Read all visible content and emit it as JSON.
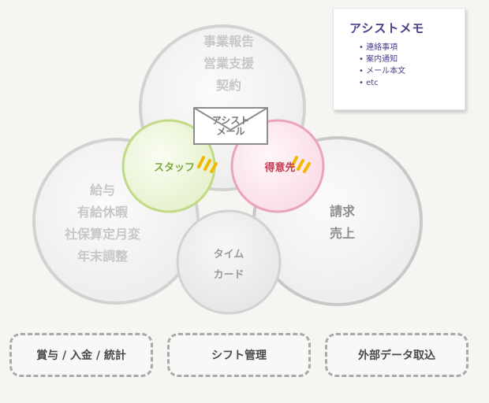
{
  "circles": {
    "top": {
      "lines": [
        "事業報告",
        "営業支援",
        "契約"
      ]
    },
    "left": {
      "lines": [
        "給与",
        "有給休暇",
        "社保算定月変",
        "年末調整"
      ]
    },
    "right": {
      "lines": [
        "請求",
        "売上"
      ]
    },
    "center": {
      "lines": [
        "タイム",
        "カード"
      ]
    },
    "staff": {
      "label": "スタッフ"
    },
    "client": {
      "label": "得意先"
    }
  },
  "mail": {
    "lines": [
      "アシスト",
      "メール"
    ]
  },
  "note": {
    "title": "アシストメモ",
    "items": [
      "連絡事項",
      "案内通知",
      "メール本文",
      "etc"
    ]
  },
  "buttons": [
    {
      "label": "賞与 / 入金 / 統計"
    },
    {
      "label": "シフト管理"
    },
    {
      "label": "外部データ取込"
    }
  ],
  "colors": {
    "staff": "#7aa93c",
    "client": "#c73c55",
    "note_text": "#4b3c86",
    "accent_marks": "#f2b800"
  }
}
